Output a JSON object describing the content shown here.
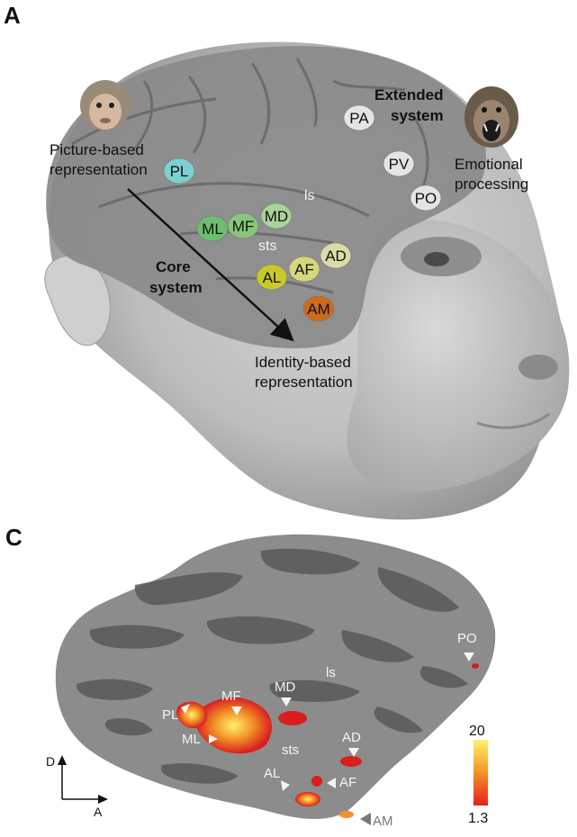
{
  "panelA": {
    "letter": "A",
    "picture_based": [
      "Picture-based",
      "representation"
    ],
    "extended_system": [
      "Extended",
      "system"
    ],
    "emotional": [
      "Emotional",
      "processing"
    ],
    "core_system": [
      "Core",
      "system"
    ],
    "identity_based": [
      "Identity-based",
      "representation"
    ],
    "sulcus_ls": "ls",
    "sulcus_sts": "sts",
    "patches": [
      {
        "id": "PL",
        "color": "#7ecfcf"
      },
      {
        "id": "ML",
        "color": "#6cbf6c"
      },
      {
        "id": "MF",
        "color": "#86c77a"
      },
      {
        "id": "MD",
        "color": "#a8d49a"
      },
      {
        "id": "AL",
        "color": "#c9c92a"
      },
      {
        "id": "AF",
        "color": "#d6d67a"
      },
      {
        "id": "AD",
        "color": "#dcdca8"
      },
      {
        "id": "AM",
        "color": "#cc6a1e"
      },
      {
        "id": "PA",
        "color": "#e4e4e4"
      },
      {
        "id": "PV",
        "color": "#e4e4e4"
      },
      {
        "id": "PO",
        "color": "#e4e4e4"
      }
    ]
  },
  "panelC": {
    "letter": "C",
    "labels": [
      "PO",
      "ls",
      "MF",
      "MD",
      "PL",
      "ML",
      "sts",
      "AD",
      "AL",
      "AF",
      "AM"
    ],
    "axis_d": "D",
    "axis_a": "A",
    "colorbar_max": "20",
    "colorbar_min": "1.3"
  }
}
